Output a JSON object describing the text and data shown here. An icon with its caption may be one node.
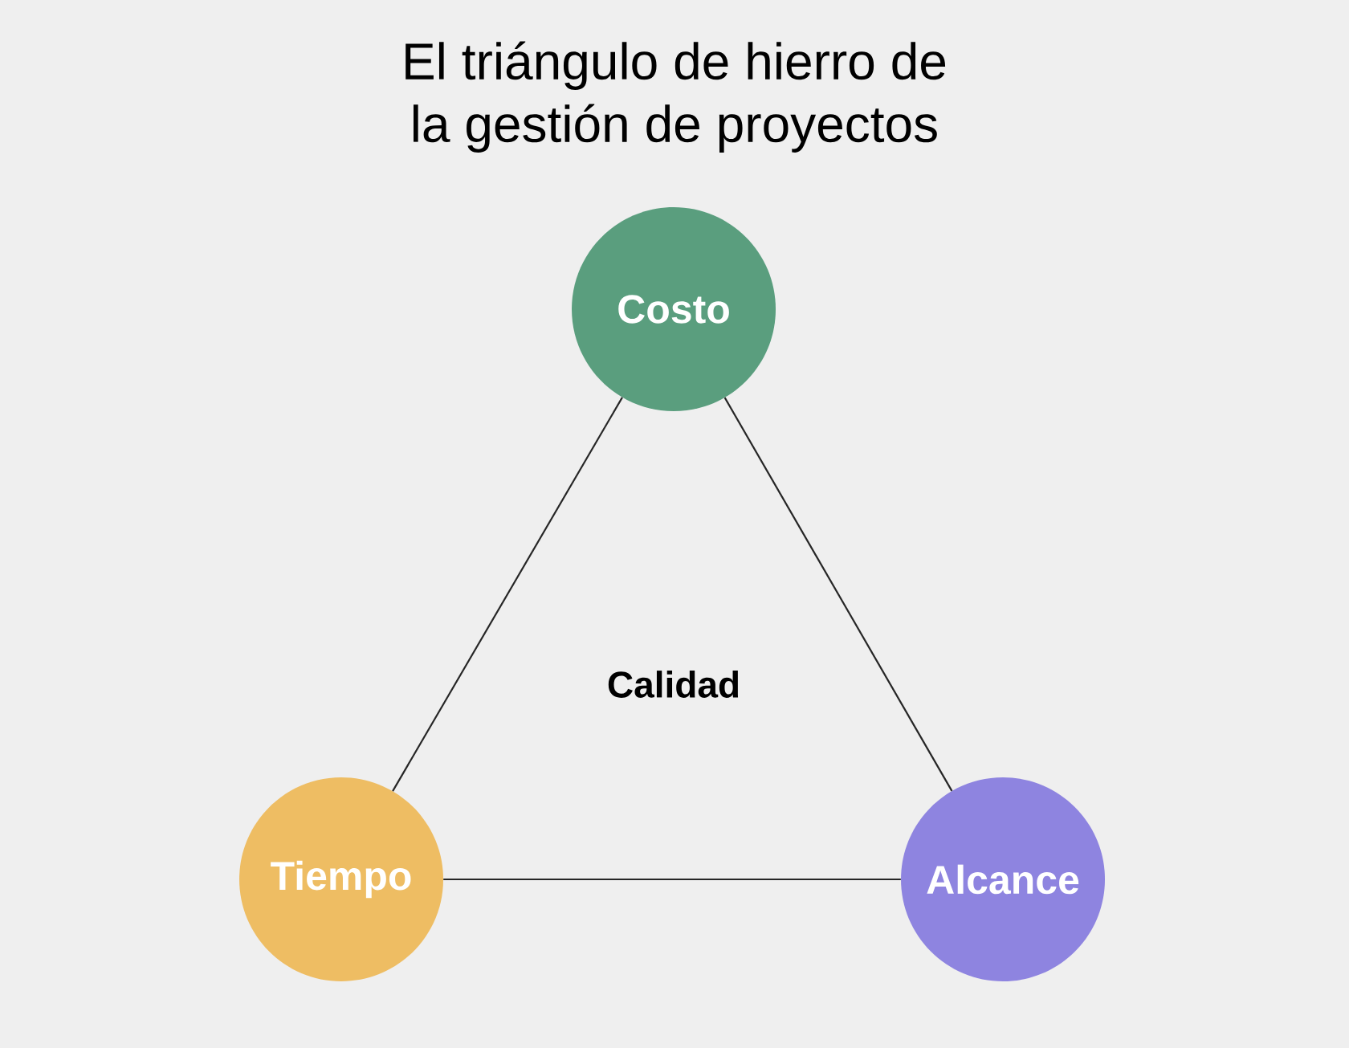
{
  "diagram": {
    "title": "El triángulo de hierro de la gestión de proyectos",
    "nodes": [
      {
        "text": [
          "Costo"
        ]
      },
      {
        "text": [
          "Tiempo"
        ]
      },
      {
        "text": [
          "Alcance"
        ]
      }
    ],
    "edges": [
      {
        "from": 0,
        "to": 1,
        "arrow": "none"
      },
      {
        "from": 0,
        "to": 2,
        "arrow": "none"
      },
      {
        "from": 1,
        "to": 2,
        "arrow": "none"
      }
    ],
    "labels": [
      "Calidad"
    ]
  }
}
